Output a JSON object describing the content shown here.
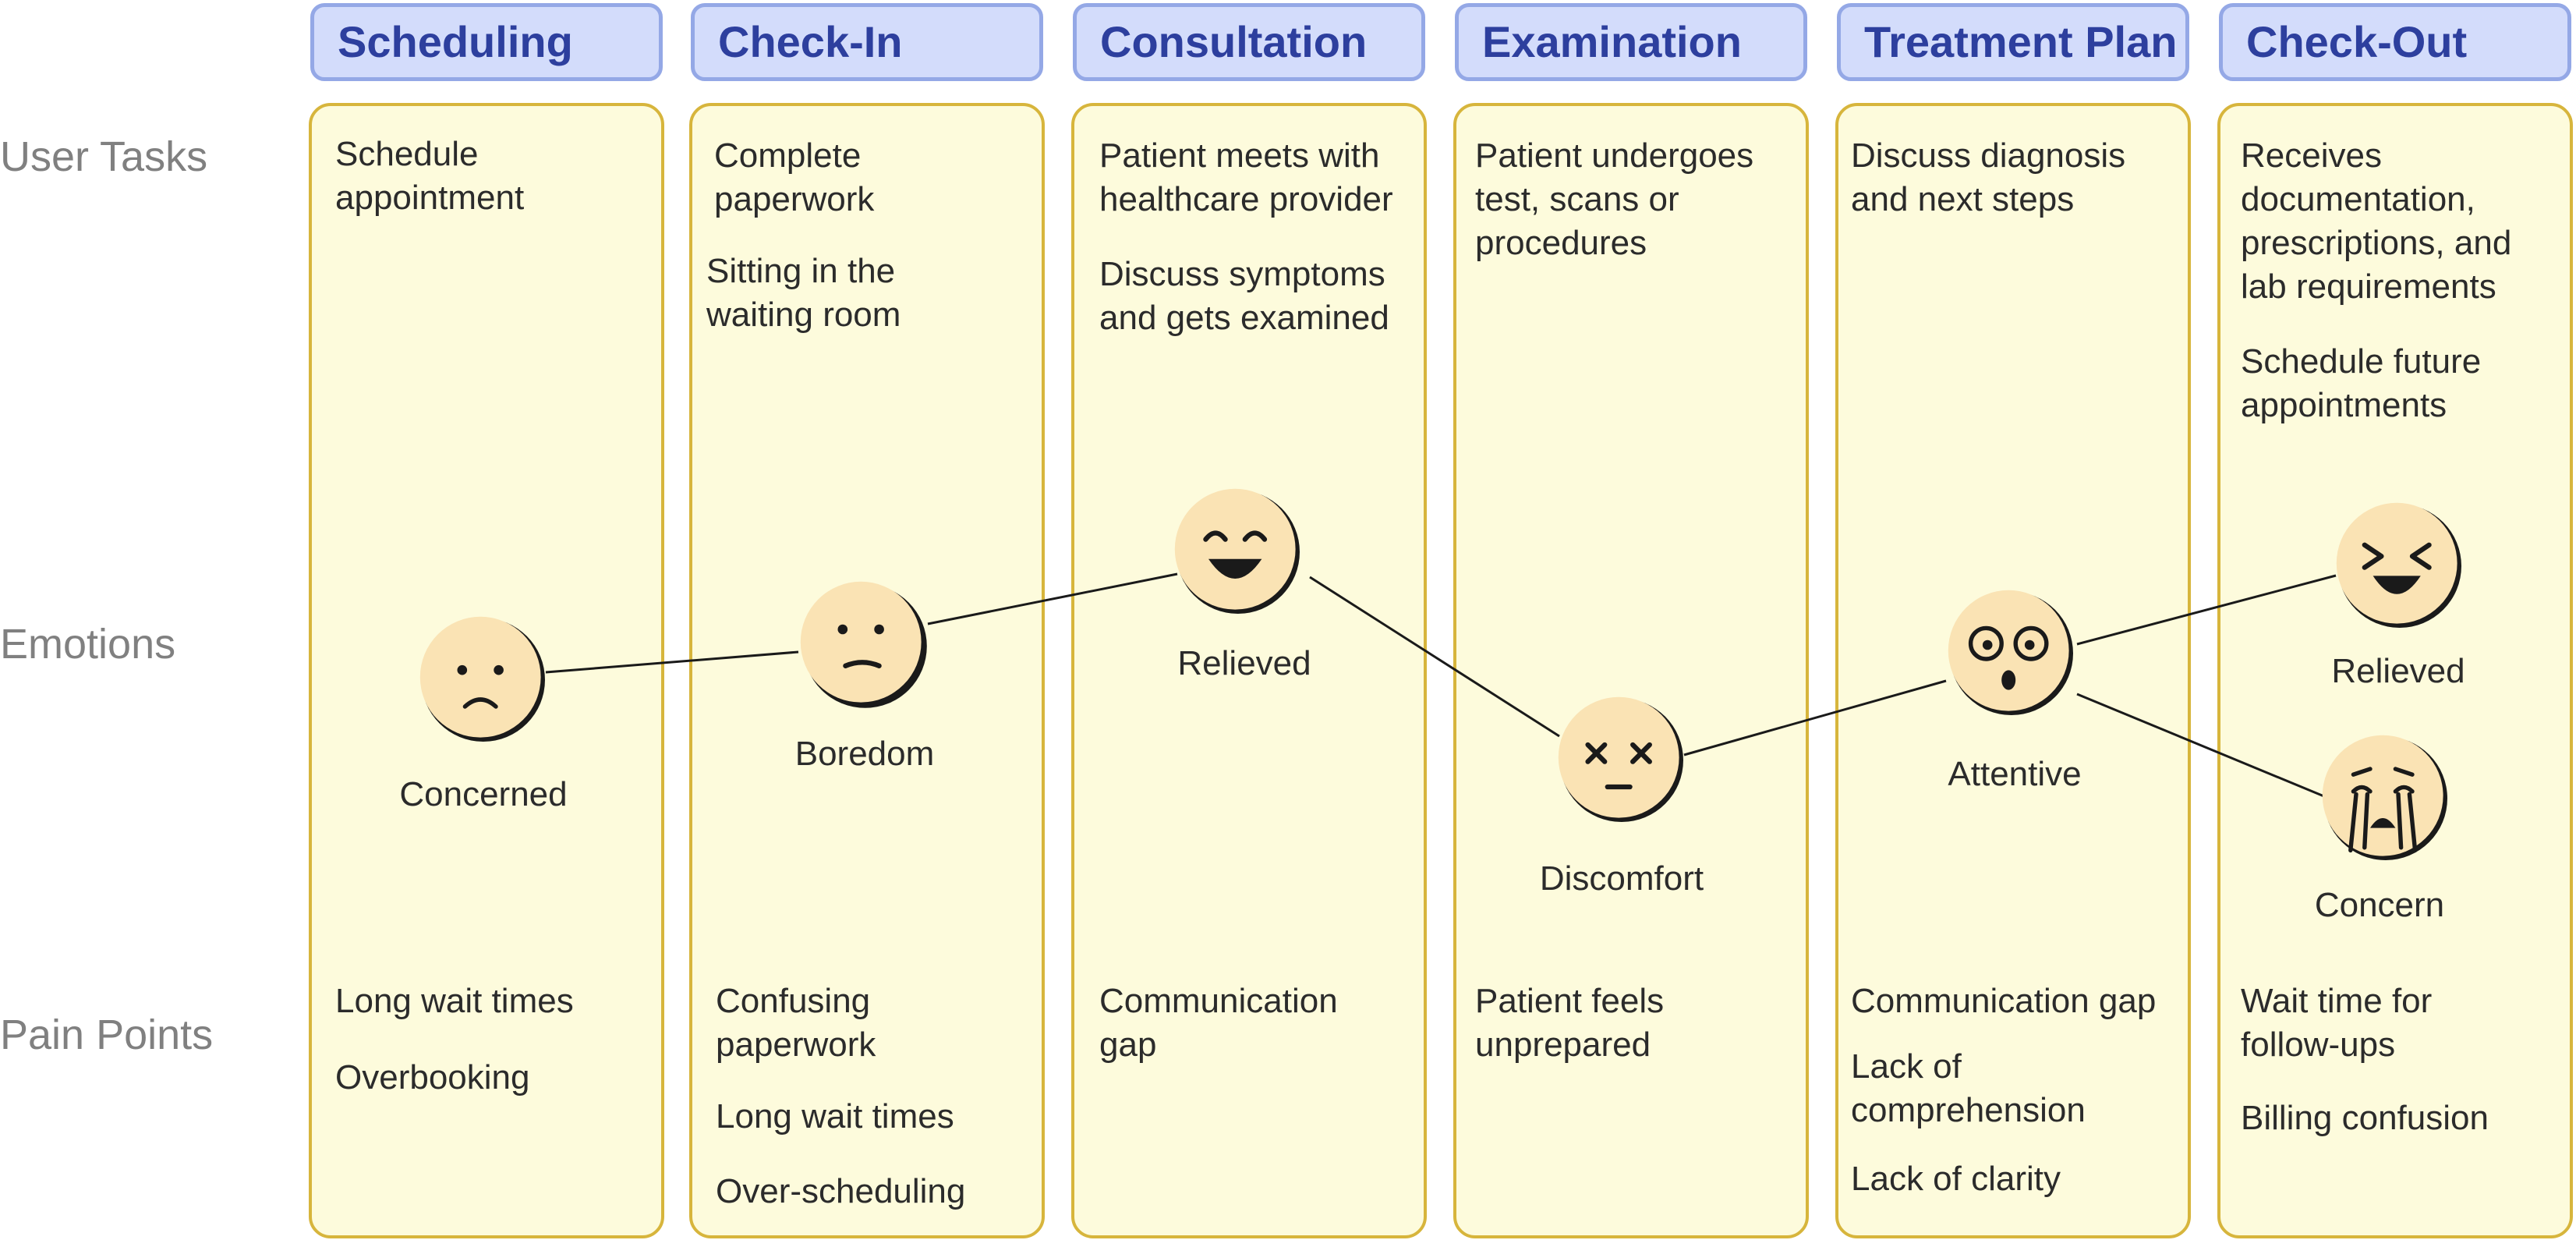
{
  "stages": [
    {
      "title": "Scheduling",
      "tasks": [
        "Schedule appointment"
      ],
      "emotion": "Concerned",
      "face": "frown-face-icon",
      "pains": [
        "Long wait times",
        "Overbooking"
      ]
    },
    {
      "title": "Check-In",
      "tasks": [
        "Complete paperwork",
        "Sitting in the waiting room"
      ],
      "emotion": "Boredom",
      "face": "bored-face-icon",
      "pains": [
        "Confusing paperwork",
        "Long wait times",
        "Over-scheduling"
      ]
    },
    {
      "title": "Consultation",
      "tasks": [
        "Patient meets with healthcare provider",
        "Discuss symptoms and gets examined"
      ],
      "emotion": "Relieved",
      "face": "smiling-face-icon",
      "pains": [
        "Communication gap"
      ]
    },
    {
      "title": "Examination",
      "tasks": [
        "Patient undergoes test, scans or procedures"
      ],
      "emotion": "Discomfort",
      "face": "dizzy-face-icon",
      "pains": [
        "Patient feels unprepared"
      ]
    },
    {
      "title": "Treatment Plan",
      "tasks": [
        "Discuss diagnosis and next steps"
      ],
      "emotion": "Attentive",
      "face": "surprised-face-icon",
      "pains": [
        "Communication gap",
        "Lack of comprehension",
        "Lack of clarity"
      ]
    },
    {
      "title": "Check-Out",
      "tasks": [
        "Receives documentation, prescriptions, and lab requirements",
        "Schedule future appointments"
      ],
      "emotions": [
        {
          "label": "Relieved",
          "face": "laughing-face-icon"
        },
        {
          "label": "Concern",
          "face": "crying-face-icon"
        }
      ],
      "pains": [
        "Wait time for follow-ups",
        "Billing confusion"
      ]
    }
  ],
  "row_labels": {
    "tasks": "User Tasks",
    "emotions": "Emotions",
    "pains": "Pain Points"
  },
  "colors": {
    "header_fill": "#d3dcfb",
    "header_border": "#94a8e6",
    "header_text": "#2d3f9e",
    "column_fill": "#fdfbdc",
    "column_border": "#d7b53c",
    "face_fill": "#fae3b4",
    "ink": "#1a1a1a"
  }
}
